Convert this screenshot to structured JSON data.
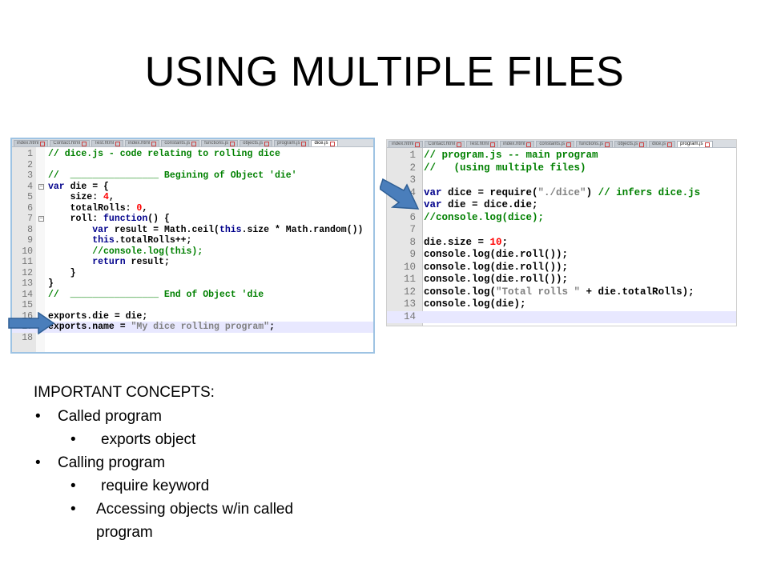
{
  "slide": {
    "title": "USING MULTIPLE FILES"
  },
  "left_editor": {
    "tabs": [
      "index.html",
      "Contact.html",
      "Test.html",
      "index.html",
      "constants.js",
      "functions.js",
      "objects.js",
      "program.js",
      "dice.js"
    ],
    "active_tab": "dice.js",
    "highlight_line": 17,
    "lines": [
      {
        "n": "1",
        "fold": "",
        "tokens": [
          {
            "t": "// dice.js - code relating to rolling dice",
            "c": "comment"
          }
        ]
      },
      {
        "n": "2",
        "fold": "",
        "tokens": []
      },
      {
        "n": "3",
        "fold": "",
        "tokens": [
          {
            "t": "//  ________________ Begining of Object 'die'",
            "c": "comment"
          }
        ]
      },
      {
        "n": "4",
        "fold": "−",
        "tokens": [
          {
            "t": "var",
            "c": "keyword"
          },
          {
            "t": " die = {",
            "c": "plain"
          }
        ]
      },
      {
        "n": "5",
        "fold": "",
        "tokens": [
          {
            "t": "    size: ",
            "c": "plain"
          },
          {
            "t": "4",
            "c": "number"
          },
          {
            "t": ",",
            "c": "plain"
          }
        ]
      },
      {
        "n": "6",
        "fold": "",
        "tokens": [
          {
            "t": "    totalRolls: ",
            "c": "plain"
          },
          {
            "t": "0",
            "c": "number"
          },
          {
            "t": ",",
            "c": "plain"
          }
        ]
      },
      {
        "n": "7",
        "fold": "−",
        "tokens": [
          {
            "t": "    roll: ",
            "c": "plain"
          },
          {
            "t": "function",
            "c": "keyword"
          },
          {
            "t": "() {",
            "c": "plain"
          }
        ]
      },
      {
        "n": "8",
        "fold": "",
        "tokens": [
          {
            "t": "        ",
            "c": "plain"
          },
          {
            "t": "var",
            "c": "keyword"
          },
          {
            "t": " result = Math.ceil(",
            "c": "plain"
          },
          {
            "t": "this",
            "c": "keyword"
          },
          {
            "t": ".size * Math.random())",
            "c": "plain"
          }
        ]
      },
      {
        "n": "9",
        "fold": "",
        "tokens": [
          {
            "t": "        ",
            "c": "plain"
          },
          {
            "t": "this",
            "c": "keyword"
          },
          {
            "t": ".totalRolls++;",
            "c": "plain"
          }
        ]
      },
      {
        "n": "10",
        "fold": "",
        "tokens": [
          {
            "t": "        //console.log(this);",
            "c": "comment"
          }
        ]
      },
      {
        "n": "11",
        "fold": "",
        "tokens": [
          {
            "t": "        ",
            "c": "plain"
          },
          {
            "t": "return",
            "c": "keyword"
          },
          {
            "t": " result;",
            "c": "plain"
          }
        ]
      },
      {
        "n": "12",
        "fold": "",
        "tokens": [
          {
            "t": "    }",
            "c": "plain"
          }
        ]
      },
      {
        "n": "13",
        "fold": "",
        "tokens": [
          {
            "t": "}",
            "c": "plain"
          }
        ]
      },
      {
        "n": "14",
        "fold": "",
        "tokens": [
          {
            "t": "//  ________________ End of Object 'die",
            "c": "comment"
          }
        ]
      },
      {
        "n": "15",
        "fold": "",
        "tokens": []
      },
      {
        "n": "16",
        "fold": "",
        "tokens": [
          {
            "t": "exports.die = die;",
            "c": "plain"
          }
        ]
      },
      {
        "n": "17",
        "fold": "",
        "tokens": [
          {
            "t": "exports.name = ",
            "c": "plain"
          },
          {
            "t": "\"My dice rolling program\"",
            "c": "string"
          },
          {
            "t": ";",
            "c": "plain"
          }
        ]
      },
      {
        "n": "18",
        "fold": "",
        "tokens": []
      }
    ]
  },
  "right_editor": {
    "tabs": [
      "index.html",
      "Contact.html",
      "Test.html",
      "index.html",
      "constants.js",
      "functions.js",
      "objects.js",
      "dice.js",
      "program.js"
    ],
    "active_tab": "program.js",
    "highlight_line": 14,
    "lines": [
      {
        "n": "1",
        "tokens": [
          {
            "t": "// program.js -- main program",
            "c": "comment"
          }
        ]
      },
      {
        "n": "2",
        "tokens": [
          {
            "t": "//   (using multiple files)",
            "c": "comment"
          }
        ]
      },
      {
        "n": "3",
        "tokens": []
      },
      {
        "n": "4",
        "tokens": [
          {
            "t": "var",
            "c": "keyword"
          },
          {
            "t": " dice = require(",
            "c": "plain"
          },
          {
            "t": "\"./dice\"",
            "c": "string"
          },
          {
            "t": ") ",
            "c": "plain"
          },
          {
            "t": "// infers dice.js",
            "c": "comment"
          }
        ]
      },
      {
        "n": "5",
        "tokens": [
          {
            "t": "var",
            "c": "keyword"
          },
          {
            "t": " die = dice.die;",
            "c": "plain"
          }
        ]
      },
      {
        "n": "6",
        "tokens": [
          {
            "t": "//console.log(dice);",
            "c": "comment"
          }
        ]
      },
      {
        "n": "7",
        "tokens": []
      },
      {
        "n": "8",
        "tokens": [
          {
            "t": "die.size = ",
            "c": "plain"
          },
          {
            "t": "10",
            "c": "number"
          },
          {
            "t": ";",
            "c": "plain"
          }
        ]
      },
      {
        "n": "9",
        "tokens": [
          {
            "t": "console.log(die.roll());",
            "c": "plain"
          }
        ]
      },
      {
        "n": "10",
        "tokens": [
          {
            "t": "console.log(die.roll());",
            "c": "plain"
          }
        ]
      },
      {
        "n": "11",
        "tokens": [
          {
            "t": "console.log(die.roll());",
            "c": "plain"
          }
        ]
      },
      {
        "n": "12",
        "tokens": [
          {
            "t": "console.log(",
            "c": "plain"
          },
          {
            "t": "\"Total rolls \"",
            "c": "string"
          },
          {
            "t": " + die.totalRolls);",
            "c": "plain"
          }
        ]
      },
      {
        "n": "13",
        "tokens": [
          {
            "t": "console.log(die);",
            "c": "plain"
          }
        ]
      },
      {
        "n": "14",
        "tokens": []
      }
    ]
  },
  "colors": {
    "comment": "#008000",
    "keyword": "#00008b",
    "number": "#ff0000",
    "string": "#808080",
    "arrow_fill": "#4a7ebb",
    "arrow_stroke": "#2f5f95"
  },
  "concepts": {
    "heading": "IMPORTANT CONCEPTS:",
    "items": [
      {
        "level": 1,
        "text": "Called program"
      },
      {
        "level": 2,
        "text": " exports object"
      },
      {
        "level": 1,
        "text": "Calling program"
      },
      {
        "level": 2,
        "text": " require keyword"
      },
      {
        "level": 3,
        "text": "Accessing objects w/in called program"
      }
    ]
  }
}
